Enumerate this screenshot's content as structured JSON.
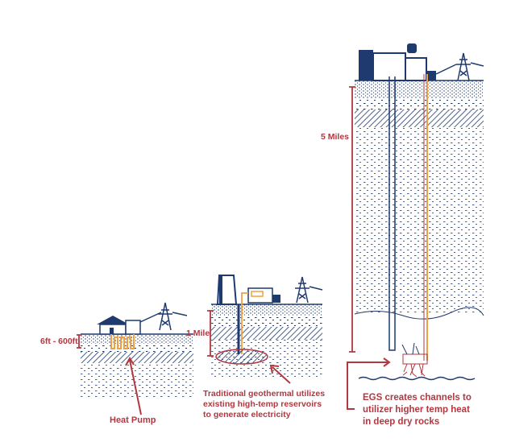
{
  "colors": {
    "accent": "#b2373f",
    "ink": "#1f3a6e",
    "heat": "#f0a040"
  },
  "panels": [
    {
      "depth_label": "6ft - 600ft",
      "caption": "Heat Pump"
    },
    {
      "depth_label": "1 Mile",
      "caption_lines": [
        "Traditional geothermal utilizes",
        "existing high-temp reservoirs",
        "to generate electricity"
      ]
    },
    {
      "depth_label": "5 Miles",
      "caption_lines": [
        "EGS creates channels to",
        "utilizer higher temp heat",
        "in deep dry rocks"
      ]
    }
  ]
}
